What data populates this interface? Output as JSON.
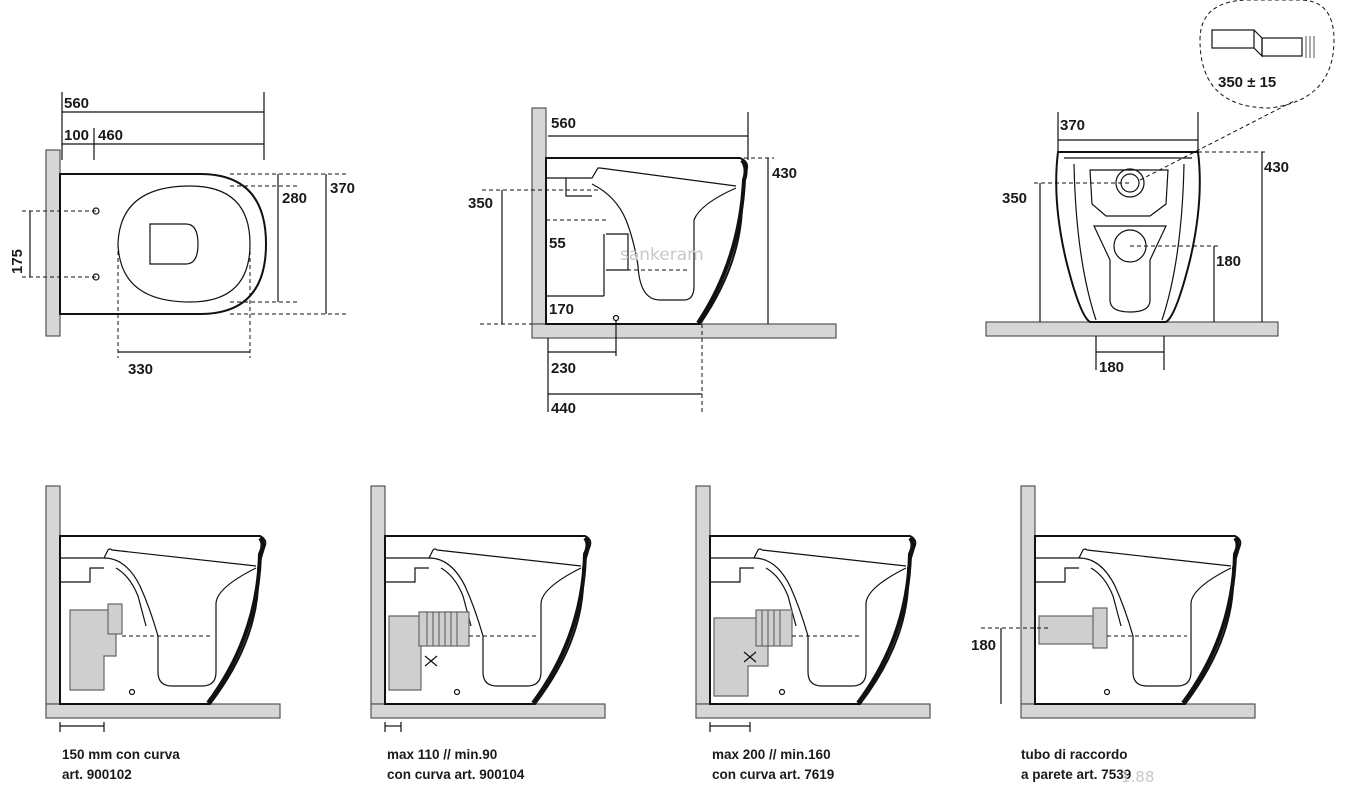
{
  "top_view": {
    "dim_total_width": "560",
    "dim_offset": "100",
    "dim_seat": "460",
    "dim_inner_width": "280",
    "dim_outer_width": "370",
    "dim_holes": "175",
    "dim_bottom": "330"
  },
  "side_view": {
    "dim_length": "560",
    "dim_height": "430",
    "dim_outlet_height": "350",
    "dim_outlet_diameter": "55",
    "dim_bottom_height": "170",
    "dim_fix_point": "230",
    "dim_floor_length": "440",
    "watermark": "sankeram"
  },
  "rear_view": {
    "dim_width": "370",
    "dim_height": "430",
    "dim_outlet_height": "350",
    "dim_lower_height": "180",
    "dim_lower_width": "180",
    "callout": "350 ± 15"
  },
  "install_variants": [
    {
      "line1": "150 mm con curva",
      "line2": "art. 900102"
    },
    {
      "line1": "max 110 // min.90",
      "line2": "con curva art. 900104"
    },
    {
      "line1": "max 200 // min.160",
      "line2": "con curva art. 7619"
    },
    {
      "line1": "tubo di raccordo",
      "line2": "a parete art. 7539",
      "dim": "180"
    }
  ],
  "footer_watermark": "1.88"
}
